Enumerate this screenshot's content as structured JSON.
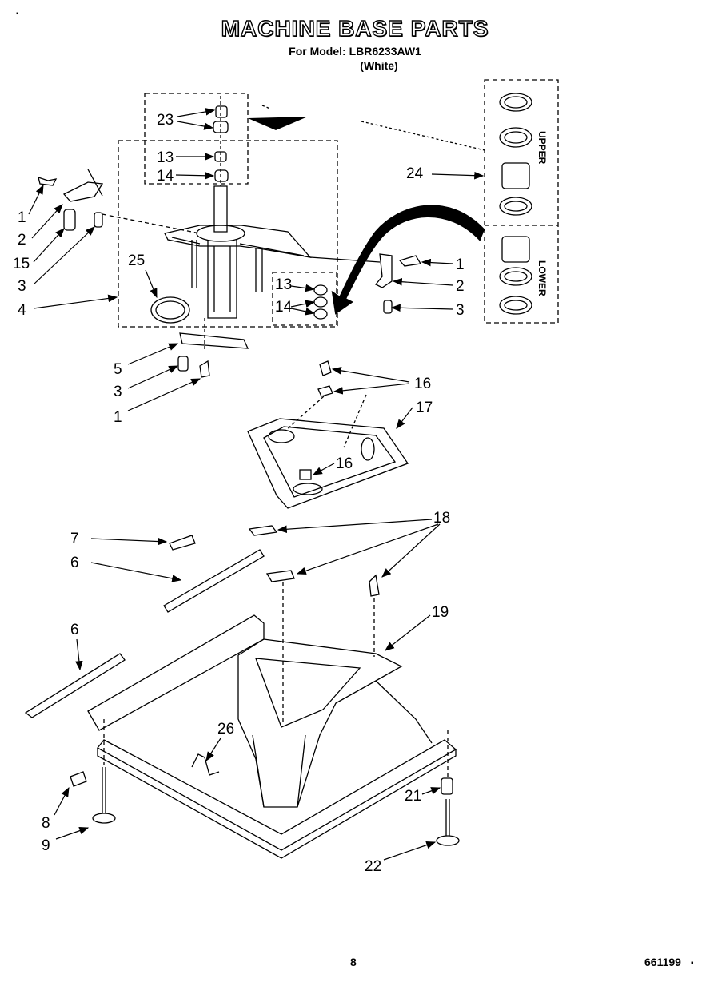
{
  "header": {
    "title": "MACHINE BASE PARTS",
    "model_line": "For Model: LBR6233AW1",
    "color_line": "(White)"
  },
  "footer": {
    "page_number": "8",
    "doc_code": "661199"
  },
  "inset": {
    "upper_label": "UPPER",
    "lower_label": "LOWER"
  },
  "callouts": {
    "c23": "23",
    "c13a": "13",
    "c14a": "14",
    "c1a": "1",
    "c2a": "2",
    "c15": "15",
    "c3a": "3",
    "c4": "4",
    "c25": "25",
    "c13b": "13",
    "c14b": "14",
    "c24": "24",
    "c1b": "1",
    "c2b": "2",
    "c3b": "3",
    "c5": "5",
    "c3c": "3",
    "c1c": "1",
    "c16a": "16",
    "c17": "17",
    "c16b": "16",
    "c7": "7",
    "c6a": "6",
    "c18": "18",
    "c6b": "6",
    "c19": "19",
    "c26": "26",
    "c8": "8",
    "c9": "9",
    "c21": "21",
    "c22": "22"
  }
}
